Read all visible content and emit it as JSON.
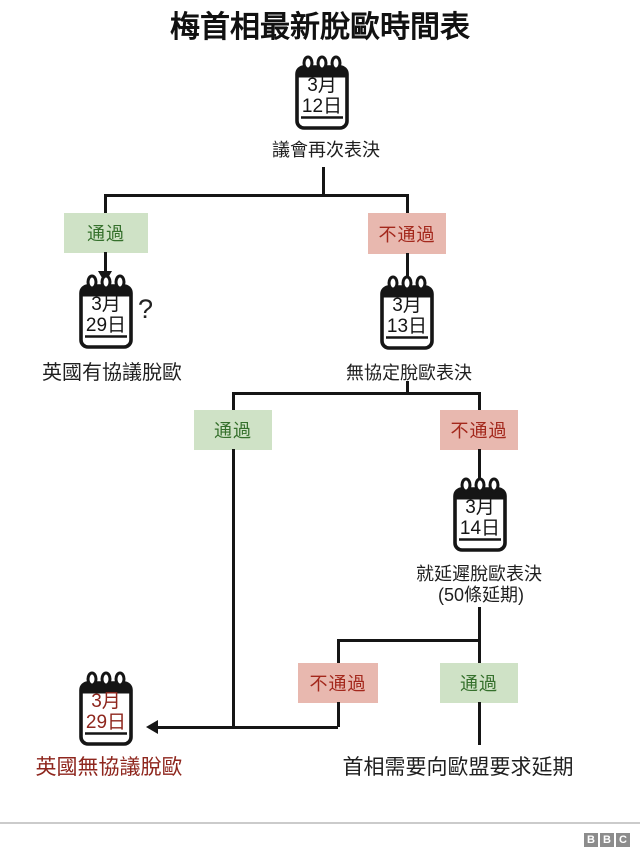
{
  "title": "梅首相最新脫歐時間表",
  "chips": {
    "pass": "通過",
    "fail": "不通過"
  },
  "calendars": {
    "vote1": {
      "month": "3月",
      "day": "12日",
      "caption": "議會再次表決"
    },
    "deal_exit": {
      "month": "3月",
      "day": "29日",
      "question_mark": "?",
      "caption": "英國有協議脫歐"
    },
    "vote2": {
      "month": "3月",
      "day": "13日",
      "caption": "無協定脫歐表決"
    },
    "vote3": {
      "month": "3月",
      "day": "14日",
      "caption": "就延遲脫歐表決",
      "caption_sub": "(50條延期)"
    },
    "no_deal_exit": {
      "month": "3月",
      "day": "29日",
      "caption": "英國無協議脫歐"
    }
  },
  "outcomes": {
    "extension": "首相需要向歐盟要求延期"
  },
  "colors": {
    "pass_bg": "#cfe2c6",
    "pass_text": "#35702c",
    "fail_bg": "#e8b8af",
    "fail_text": "#a3281c",
    "deadline_red": "#8e261d",
    "line": "#151515",
    "divider": "#cbcbcb",
    "bbc_gray": "#8c8c8c"
  },
  "footer": {
    "logo": [
      "B",
      "B",
      "C"
    ]
  }
}
